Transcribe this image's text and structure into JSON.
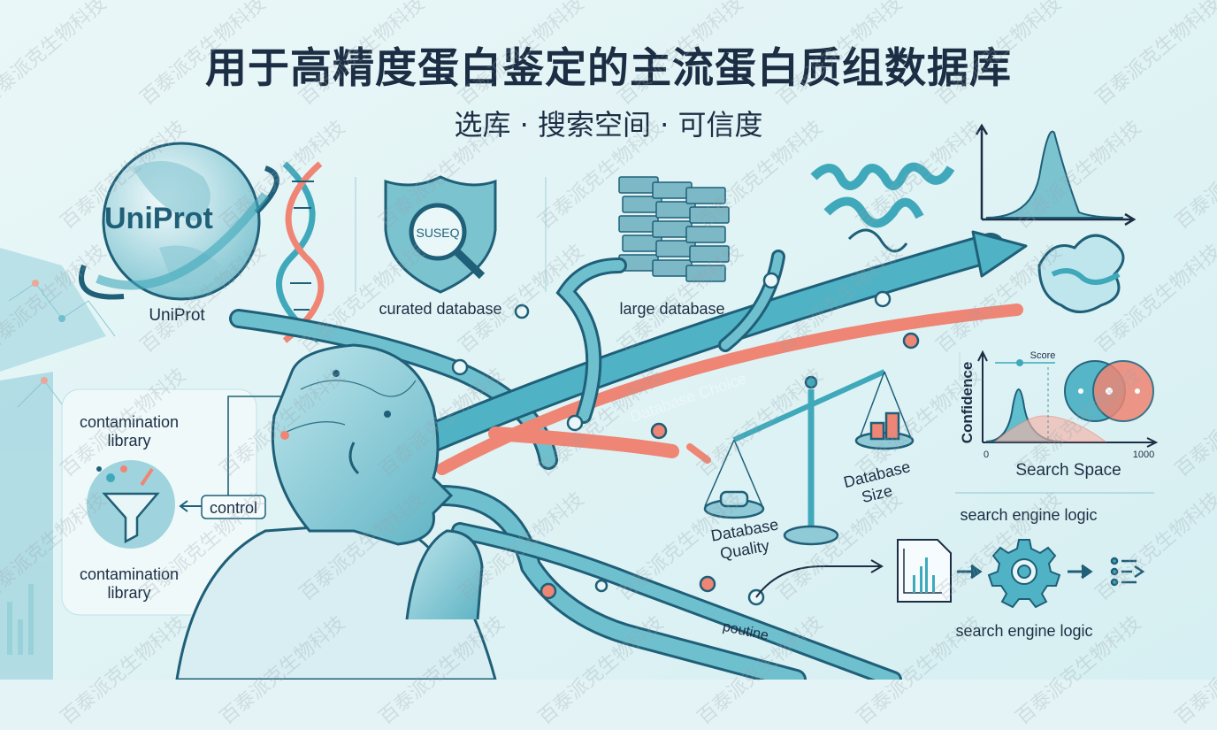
{
  "header": {
    "title": "用于高精度蛋白鉴定的主流蛋白质组数据库",
    "subtitle": "选库 · 搜索空间 · 可信度"
  },
  "labels": {
    "uniprot_logo": "UniProt",
    "uniprot": "UniProt",
    "shield_text": "SUSEQ",
    "curated_database": "curated database",
    "large_database": "large database",
    "contamination_library_top": "contamination",
    "contamination_library_top_2": "library",
    "control": "control",
    "contamination_library_bottom": "contamination",
    "contamination_library_bottom_2": "library",
    "database_choice": "Database Choice",
    "database_quality": "Database",
    "database_quality_2": "Quality",
    "database_size": "Database",
    "database_size_2": "Size",
    "poutine": "poutine",
    "search_engine_logic_top": "search engine logic",
    "search_engine_logic_bottom": "search engine logic"
  },
  "mini_chart": {
    "score_label": "Score",
    "ylabel": "Confidence",
    "xlabel": "Search Space",
    "x_min": "0",
    "x_max": "1000"
  },
  "watermark": "百泰派克生物科技",
  "colors": {
    "background": "#e4f4f6",
    "teal": "#3fa9bb",
    "dark_teal": "#1f5f78",
    "coral": "#ef8574",
    "navy": "#1c2e44"
  }
}
